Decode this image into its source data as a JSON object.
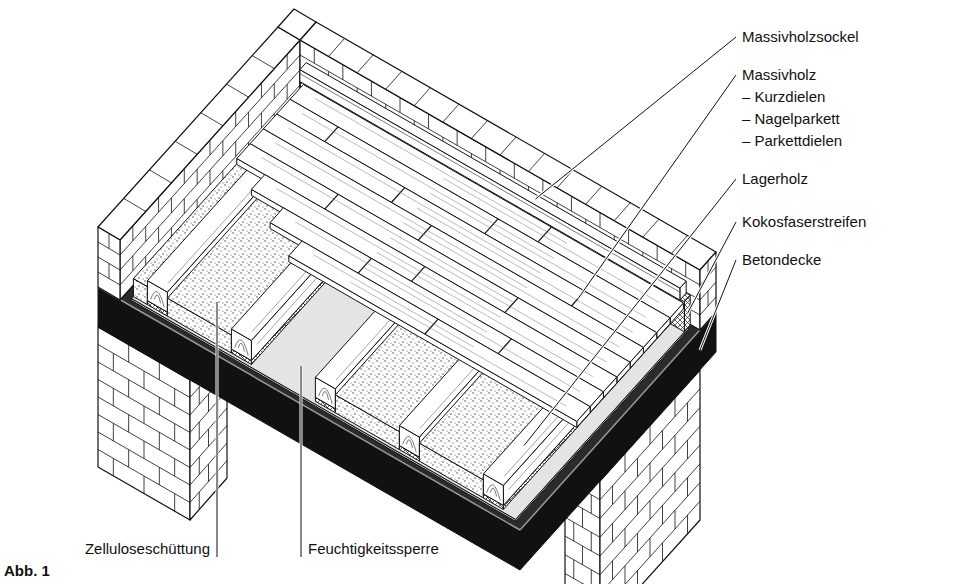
{
  "diagram": {
    "caption": "Abb. 1",
    "labels": [
      "Massivholzsockel",
      "Massivholz",
      "– Kurzdielen",
      "– Nagelparkett",
      "– Parkettdielen",
      "Lagerholz",
      "Kokosfaserstreifen",
      "Betondecke",
      "Zelluloseschüttung",
      "Feuchtigkeitssperre"
    ]
  }
}
